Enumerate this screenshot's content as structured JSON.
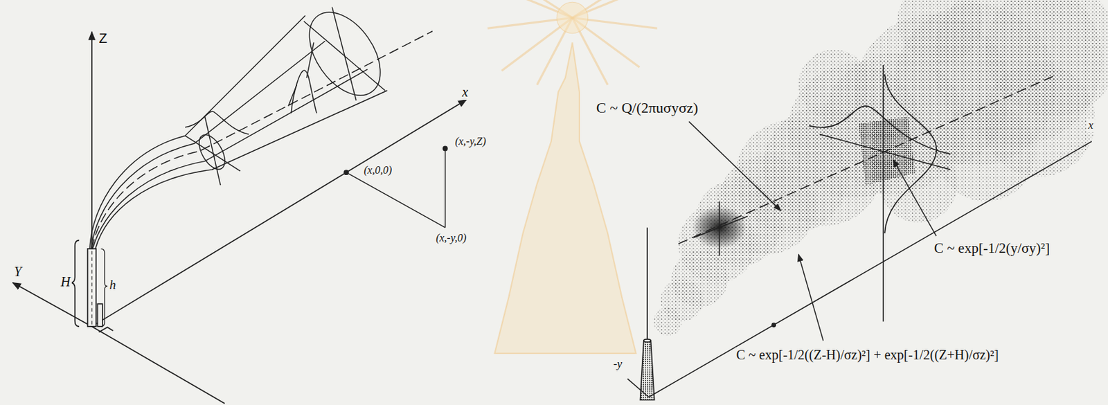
{
  "diagram": {
    "labels": [
      "Z",
      "x",
      "Y",
      "H",
      "h",
      "(x,0,0)",
      "(x,-y,Z)",
      "(x,-y,0)",
      "C ~ Q/(2πuσyσz)",
      "x",
      "-y",
      "C ~ exp[-1/2(y/σy)²]",
      "C ~ exp[-1/2((Z-H)/σz)²] + exp[-1/2((Z+H)/σz)²]"
    ]
  }
}
